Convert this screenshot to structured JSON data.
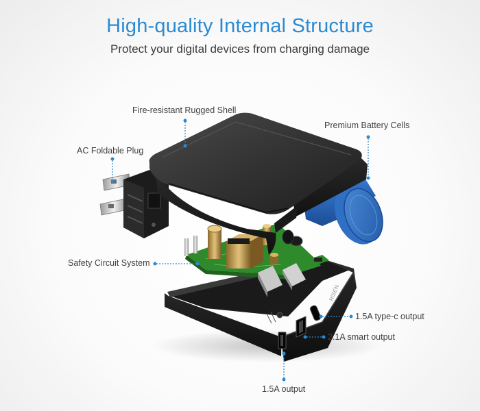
{
  "header": {
    "title": "High-quality Internal Structure",
    "subtitle": "Protect your digital devices from charging damage"
  },
  "callouts": {
    "shell": "Fire-resistant Rugged Shell",
    "battery": "Premium Battery Cells",
    "plug": "AC Foldable Plug",
    "circuit": "Safety Circuit System",
    "typec": "1.5A type-c output",
    "smart": "2.1A smart output",
    "usb": "1.5A output"
  },
  "product": {
    "brand": "RISEN"
  },
  "colors": {
    "title": "#2a8ad2",
    "callout_line": "#2a8ad2",
    "battery": "#2f6fc4",
    "pcb": "#2f8a2c",
    "shell": "#2b2b2b"
  }
}
